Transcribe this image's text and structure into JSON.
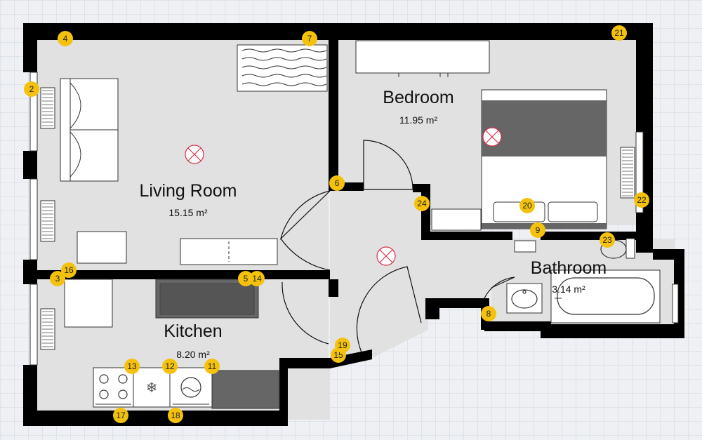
{
  "colors": {
    "wall": "#000000",
    "floor": "#e1e1e1",
    "furniture": "#ffffff",
    "appliance_dark": "#666666",
    "marker_fill": "#f4c20d",
    "marker_text": "#222222",
    "light_x": "#d8304a"
  },
  "rooms": [
    {
      "key": "living-room",
      "name": "Living Room",
      "area": "15.15 m²"
    },
    {
      "key": "bedroom",
      "name": "Bedroom",
      "area": "11.95 m²"
    },
    {
      "key": "kitchen",
      "name": "Kitchen",
      "area": "8.20 m²"
    },
    {
      "key": "bathroom",
      "name": "Bathroom",
      "area": "3.14 m²"
    }
  ],
  "markers": [
    "2",
    "3",
    "4",
    "5",
    "6",
    "7",
    "8",
    "9",
    "11",
    "12",
    "13",
    "14",
    "15",
    "16",
    "17",
    "18",
    "19",
    "20",
    "21",
    "22",
    "23",
    "24"
  ],
  "icons": [
    "radiator-icon",
    "sofa-icon",
    "rug-icon",
    "wardrobe-icon",
    "bed-icon",
    "pillow-icon",
    "toilet-icon",
    "sink-icon",
    "bathtub-icon",
    "stove-icon",
    "freezer-icon",
    "washing-machine-icon",
    "ceiling-light-icon",
    "door-swing-icon"
  ]
}
